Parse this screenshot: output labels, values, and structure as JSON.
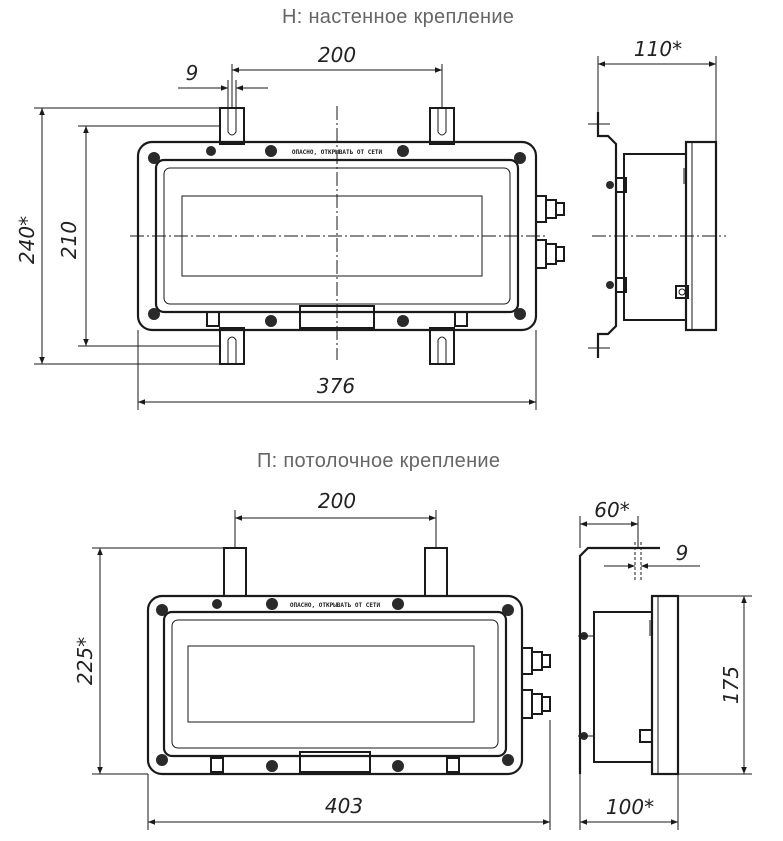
{
  "views": {
    "wall": {
      "title": "Н: настенное крепление",
      "dims": {
        "mount_spacing": "200",
        "slot_width": "9",
        "side_depth": "110*",
        "overall_height": "240*",
        "mount_height": "210",
        "overall_width": "376"
      },
      "plate_text": "ОПАСНО, ОТКРЫВАТЬ ОТ СЕТИ"
    },
    "ceiling": {
      "title": "П: потолочное крепление",
      "dims": {
        "mount_spacing": "200",
        "overall_height": "225*",
        "overall_width": "403",
        "side_depth_top": "60*",
        "slot_width": "9",
        "side_height": "175",
        "side_depth_bottom": "100*"
      },
      "plate_text": "ОПАСНО, ОТКРЫВАТЬ ОТ СЕТИ"
    }
  }
}
